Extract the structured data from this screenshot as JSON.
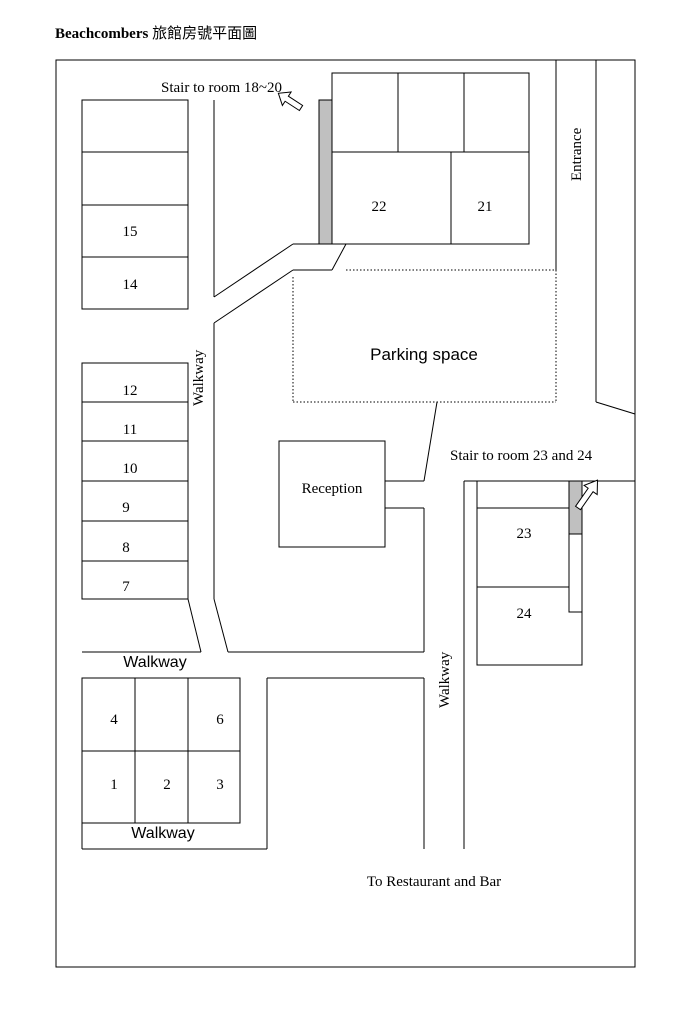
{
  "title": {
    "name": "Beachcombers",
    "subtitle": "旅館房號平面圖"
  },
  "labels": {
    "stair_18_20": "Stair to room 18~20",
    "stair_23_24": "Stair to room 23 and 24",
    "entrance": "Entrance",
    "parking": "Parking space",
    "reception": "Reception",
    "walkway": "Walkway",
    "to_restaurant": "To Restaurant and Bar"
  },
  "rooms": {
    "r1": "1",
    "r2": "2",
    "r3": "3",
    "r4": "4",
    "r6": "6",
    "r7": "7",
    "r8": "8",
    "r9": "9",
    "r10": "10",
    "r11": "11",
    "r12": "12",
    "r14": "14",
    "r15": "15",
    "r21": "21",
    "r22": "22",
    "r23": "23",
    "r24": "24"
  }
}
